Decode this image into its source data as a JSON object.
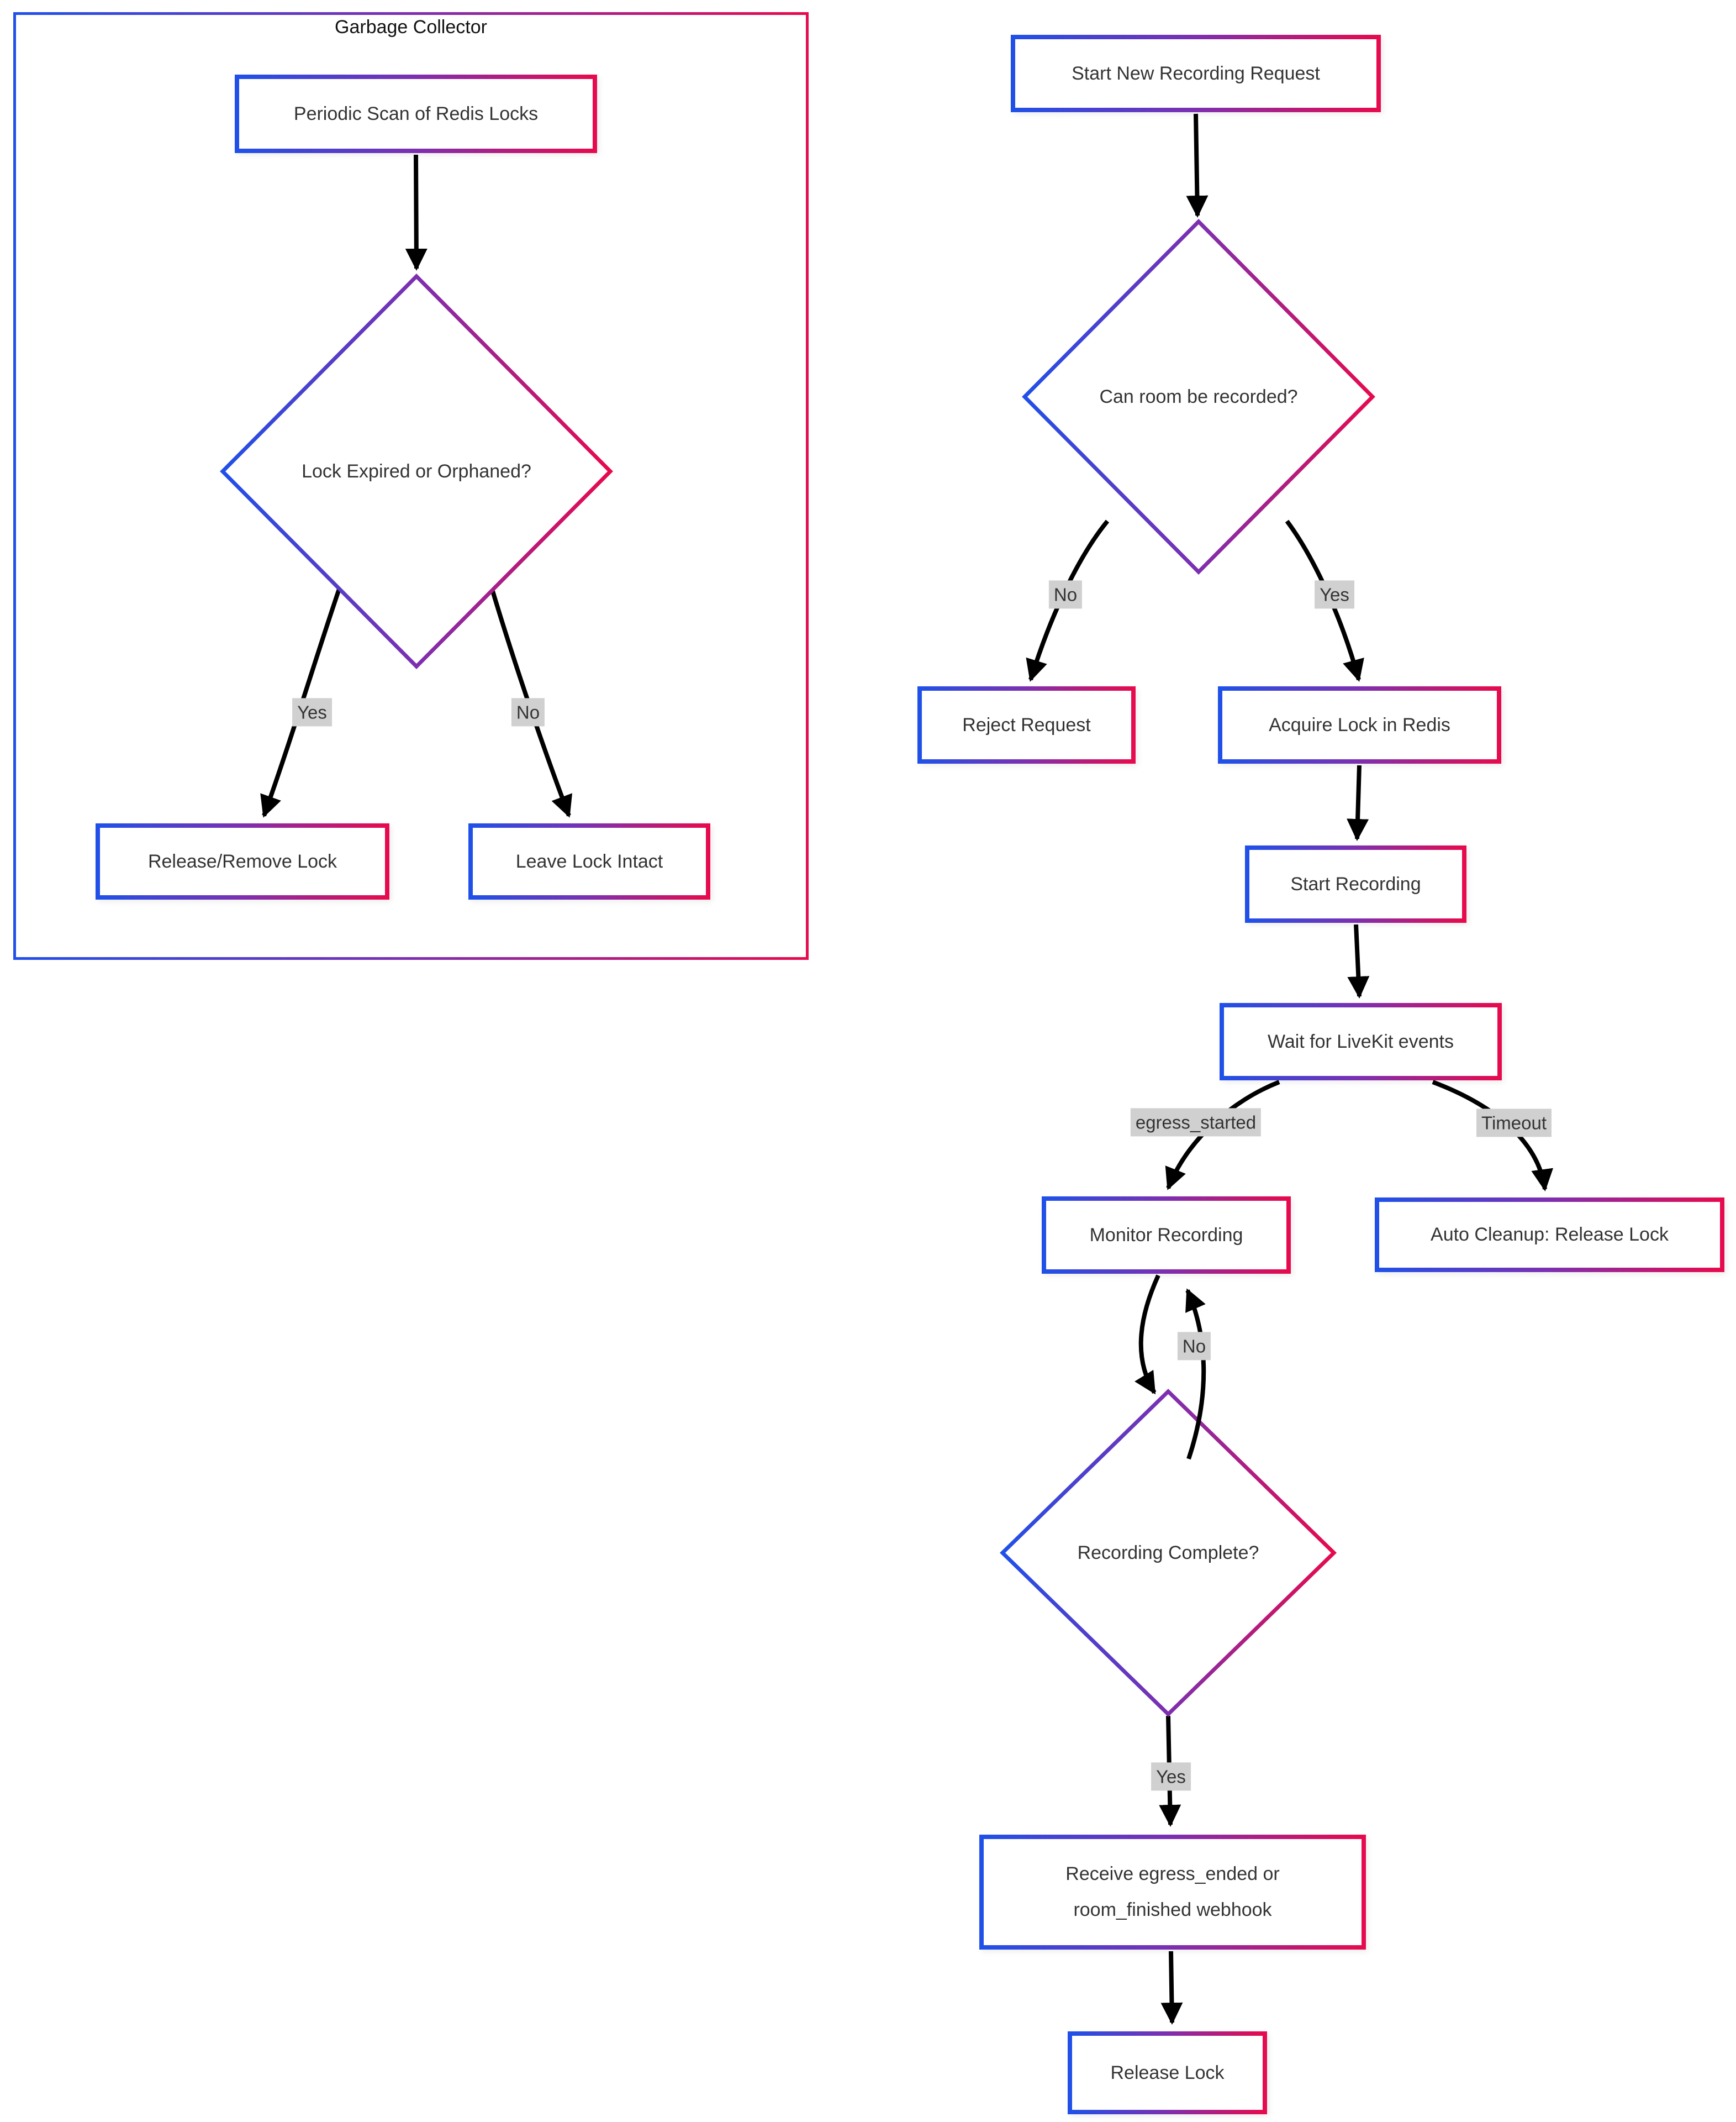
{
  "diagram": {
    "subgraph_title": "Garbage Collector",
    "nodes": {
      "periodic_scan": "Periodic Scan of Redis Locks",
      "lock_expired": "Lock Expired or Orphaned?",
      "release_remove": "Release/Remove Lock",
      "leave_intact": "Leave Lock Intact",
      "start_request": "Start New Recording Request",
      "can_record": "Can room be recorded?",
      "reject": "Reject Request",
      "acquire_lock": "Acquire Lock in Redis",
      "start_recording": "Start Recording",
      "wait_events": "Wait for LiveKit events",
      "monitor": "Monitor Recording",
      "auto_cleanup": "Auto Cleanup: Release Lock",
      "recording_complete": "Recording Complete?",
      "receive_webhook": "Receive egress_ended or room_finished webhook",
      "release_lock": "Release Lock"
    },
    "edge_labels": {
      "gc_yes": "Yes",
      "gc_no": "No",
      "can_no": "No",
      "can_yes": "Yes",
      "egress_started": "egress_started",
      "timeout": "Timeout",
      "loop_no": "No",
      "complete_yes": "Yes"
    },
    "colors": {
      "gradient_start": "#2050e8",
      "gradient_mid": "#7d2fb0",
      "gradient_end": "#e60a4e",
      "edge_label_bg": "#d0d0d0",
      "text": "#333333",
      "arrow": "#000000"
    }
  }
}
